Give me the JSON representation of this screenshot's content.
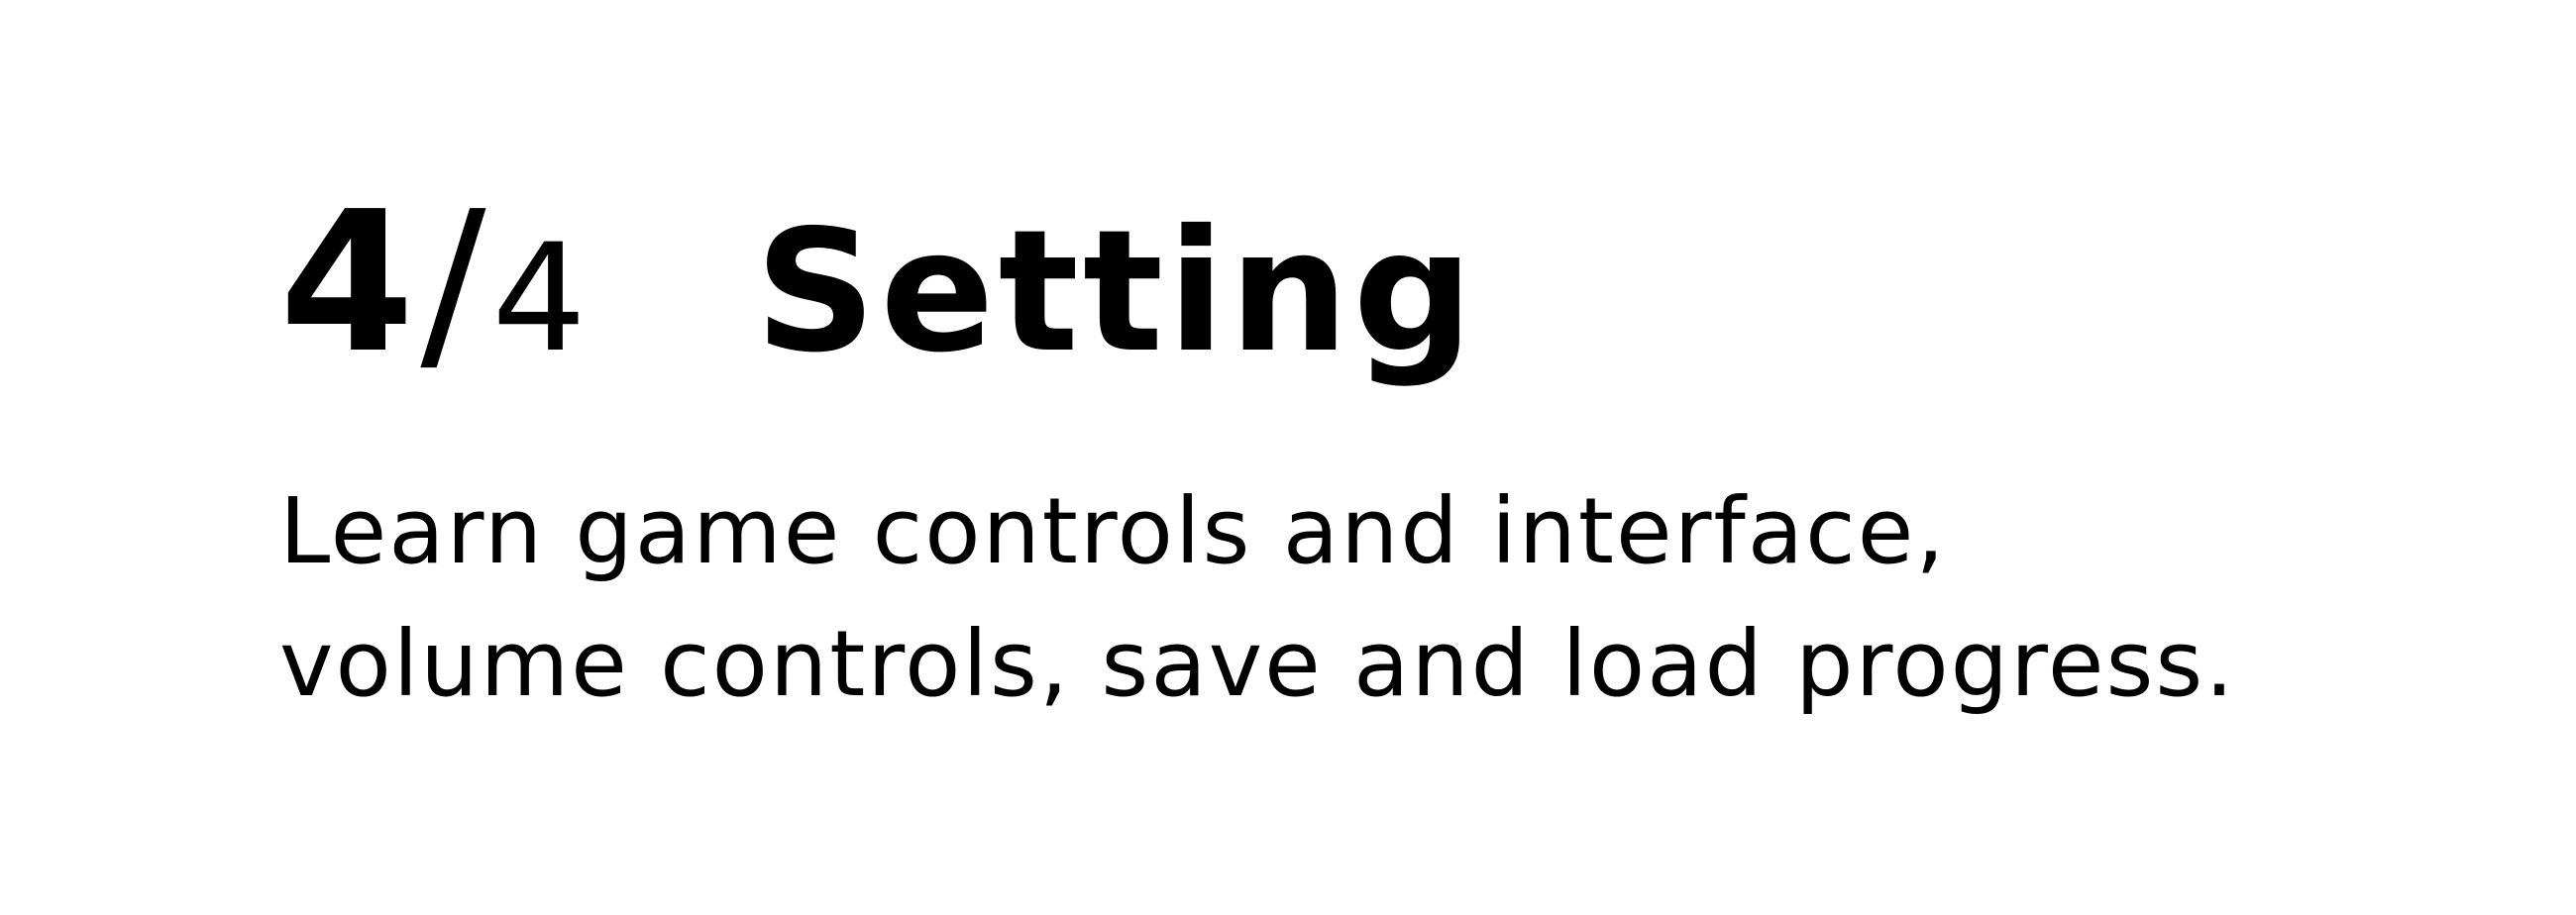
{
  "step": {
    "current": "4",
    "separator": "/",
    "total": "4"
  },
  "title": "Setting",
  "description": {
    "line1": "Learn game controls and interface,",
    "line2": "volume controls, save and load progress."
  },
  "colors": {
    "background": "#ffffff",
    "text": "#000000"
  }
}
